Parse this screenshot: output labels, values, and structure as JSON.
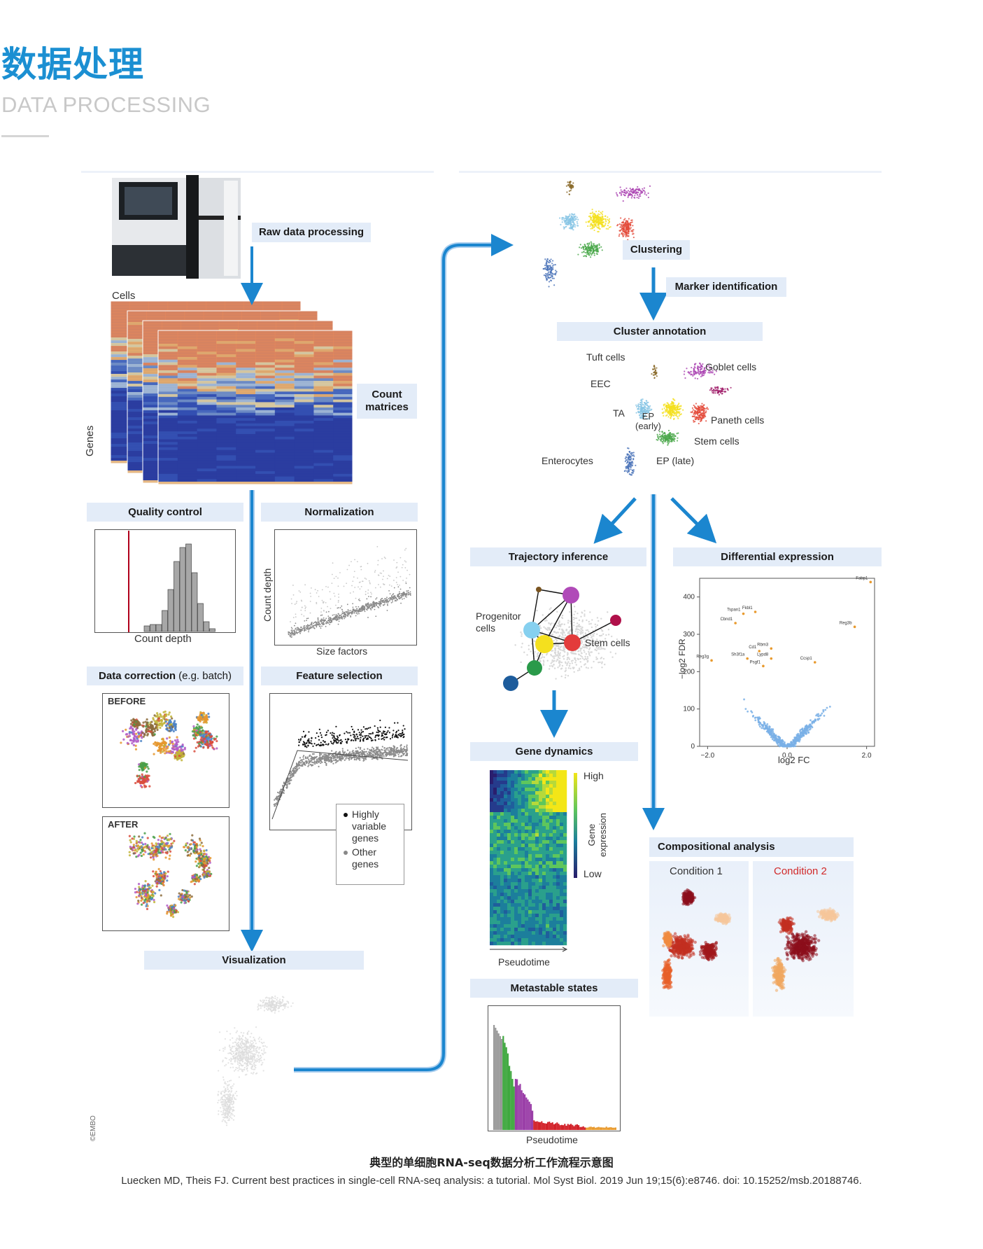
{
  "header": {
    "title": "数据处理",
    "subtitle": "DATA PROCESSING"
  },
  "steps": {
    "raw": "Raw data processing",
    "count_matrices": "Count\nmatrices",
    "qc": "Quality control",
    "normalization": "Normalization",
    "data_correction": "Data correction",
    "data_correction_note": "(e.g. batch)",
    "feature_selection": "Feature selection",
    "visualization": "Visualization",
    "clustering": "Clustering",
    "marker": "Marker identification",
    "cluster_annotation": "Cluster annotation",
    "trajectory": "Trajectory inference",
    "differential": "Differential expression",
    "gene_dynamics": "Gene dynamics",
    "compositional": "Compositional analysis",
    "metastable": "Metastable states"
  },
  "heatmap": {
    "cells_label": "Cells",
    "genes_label": "Genes"
  },
  "qc_plot": {
    "xlabel": "Count depth"
  },
  "norm_plot": {
    "xlabel": "Size factors",
    "ylabel": "Count depth"
  },
  "batch": {
    "before": "BEFORE",
    "after": "AFTER"
  },
  "feature_legend": {
    "highly": "Highly\nvariable\ngenes",
    "other": "Other\ngenes"
  },
  "annotation_labels": {
    "tuft": "Tuft cells",
    "goblet": "Goblet cells",
    "eec": "EEC",
    "ta": "TA",
    "ep_early": "EP\n(early)",
    "paneth": "Paneth cells",
    "stem": "Stem cells",
    "enterocytes": "Enterocytes",
    "ep_late": "EP (late)"
  },
  "trajectory_labels": {
    "progenitor": "Progenitor\ncells",
    "stem": "Stem cells"
  },
  "gene_dyn": {
    "high": "High",
    "low": "Low",
    "axis": "Gene\nexpression",
    "xlabel": "Pseudotime"
  },
  "metastable_plot": {
    "xlabel": "Pseudotime"
  },
  "composition": {
    "cond1": "Condition 1",
    "cond2": "Condition 2"
  },
  "copyright": "©EMBO",
  "chart_data": {
    "type": "scatter",
    "title": "Differential expression",
    "xlabel": "log2 FC",
    "ylabel": "−log2 FDR",
    "xlim": [
      -2.2,
      2.2
    ],
    "ylim": [
      0,
      450
    ],
    "xticks": [
      "−2.0",
      "0.0",
      "2.0"
    ],
    "yticks": [
      "0",
      "100",
      "200",
      "300",
      "400"
    ],
    "labeled_points": [
      {
        "label": "Fabp1",
        "x": 2.1,
        "y": 440
      },
      {
        "label": "Reg3b",
        "x": 1.7,
        "y": 320
      },
      {
        "label": "Tspan1",
        "x": -1.1,
        "y": 355
      },
      {
        "label": "Fkbl1",
        "x": -0.8,
        "y": 360
      },
      {
        "label": "Cbnd1",
        "x": -1.3,
        "y": 330
      },
      {
        "label": "Reg3g",
        "x": -1.9,
        "y": 230
      },
      {
        "label": "Cd1",
        "x": -0.7,
        "y": 255
      },
      {
        "label": "Rbm3",
        "x": -0.4,
        "y": 262
      },
      {
        "label": "Sh3f1a",
        "x": -1.0,
        "y": 235
      },
      {
        "label": "Lypd8",
        "x": -0.4,
        "y": 235
      },
      {
        "label": "Psgf1",
        "x": -0.6,
        "y": 215
      },
      {
        "label": "Ccsp1",
        "x": 0.7,
        "y": 225
      }
    ]
  }
}
